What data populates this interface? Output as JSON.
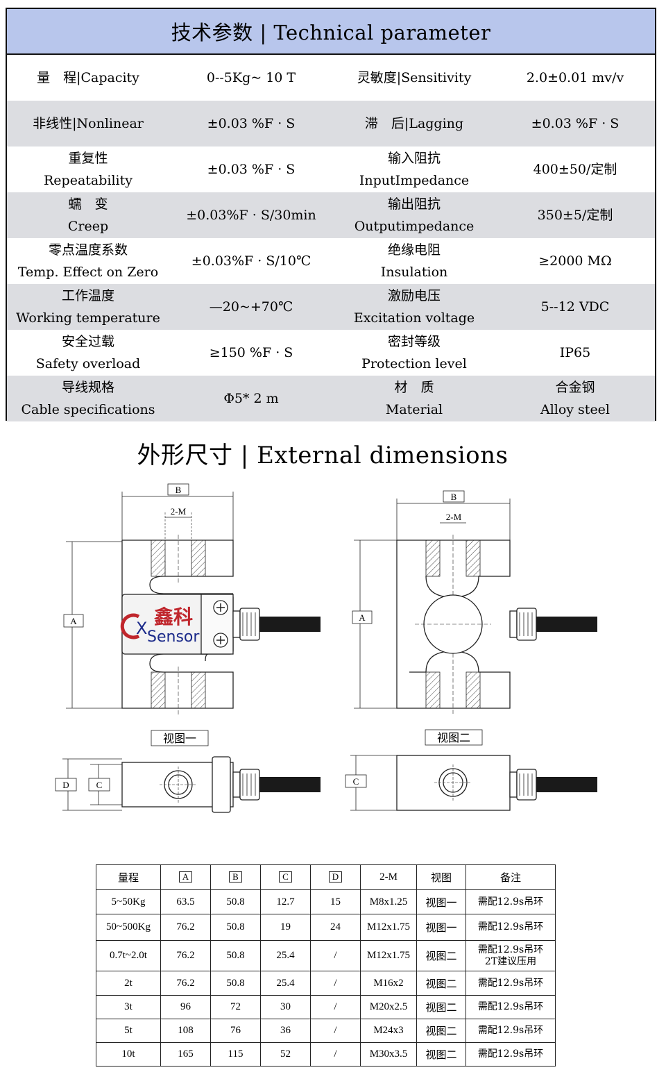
{
  "tech": {
    "title": "技术参数 | Technical parameter",
    "rows": [
      {
        "l1": "量　程|Capacity",
        "l2": "",
        "v1": "0--5Kg~ 10 T",
        "r1": "灵敏度|Sensitivity",
        "r2": "",
        "v2": "2.0±0.01 mv/v"
      },
      {
        "l1": "非线性|Nonlinear",
        "l2": "",
        "v1": "±0.03 %F · S",
        "r1": "滞　后|Lagging",
        "r2": "",
        "v2": "±0.03 %F · S"
      },
      {
        "l1": "重复性",
        "l2": "Repeatability",
        "v1": "±0.03 %F · S",
        "r1": "输入阻抗",
        "r2": "InputImpedance",
        "v2": "400±50/定制"
      },
      {
        "l1": "蠕　变",
        "l2": "Creep",
        "v1": "±0.03%F · S/30min",
        "r1": "输出阻抗",
        "r2": "Outputimpedance",
        "v2": "350±5/定制"
      },
      {
        "l1": "零点温度系数",
        "l2": "Temp. Effect on Zero",
        "v1": "±0.03%F · S/10℃",
        "r1": "绝缘电阻",
        "r2": "Insulation",
        "v2": "≥2000 MΩ"
      },
      {
        "l1": "工作温度",
        "l2": "Working temperature",
        "v1": "—20~+70℃",
        "r1": "激励电压",
        "r2": "Excitation voltage",
        "v2": "5--12 VDC"
      },
      {
        "l1": "安全过载",
        "l2": "Safety overload",
        "v1": "≥150 %F · S",
        "r1": "密封等级",
        "r2": "Protection level",
        "v2": "IP65"
      },
      {
        "l1": "导线规格",
        "l2": "Cable specifications",
        "v1": "Φ5* 2 m",
        "r1": "材　质",
        "r2": "Material",
        "v2a": "合金钢",
        "v2": "Alloy steel"
      }
    ]
  },
  "external": {
    "title": "外形尺寸 | External dimensions",
    "labels": {
      "a": "A",
      "b": "B",
      "c": "C",
      "d": "D",
      "m": "2-M"
    },
    "view1": "视图一",
    "view2": "视图二",
    "logo_cn": "鑫科",
    "logo_en": "Sensor",
    "logo_mark": "CX"
  },
  "dims": {
    "headers": [
      "量程",
      "A",
      "B",
      "C",
      "D",
      "2-M",
      "视图",
      "备注"
    ],
    "rows": [
      {
        "range": "5~50Kg",
        "a": "63.5",
        "b": "50.8",
        "c": "12.7",
        "d": "15",
        "m": "M8x1.25",
        "view": "视图一",
        "note1": "需配12.9s吊环",
        "note2": ""
      },
      {
        "range": "50~500Kg",
        "a": "76.2",
        "b": "50.8",
        "c": "19",
        "d": "24",
        "m": "M12x1.75",
        "view": "视图一",
        "note1": "需配12.9s吊环",
        "note2": ""
      },
      {
        "range": "0.7t~2.0t",
        "a": "76.2",
        "b": "50.8",
        "c": "25.4",
        "d": "/",
        "m": "M12x1.75",
        "view": "视图二",
        "note1": "需配12.9s吊环",
        "note2": "2T建议压用"
      },
      {
        "range": "2t",
        "a": "76.2",
        "b": "50.8",
        "c": "25.4",
        "d": "/",
        "m": "M16x2",
        "view": "视图二",
        "note1": "需配12.9s吊环",
        "note2": ""
      },
      {
        "range": "3t",
        "a": "96",
        "b": "72",
        "c": "30",
        "d": "/",
        "m": "M20x2.5",
        "view": "视图二",
        "note1": "需配12.9s吊环",
        "note2": ""
      },
      {
        "range": "5t",
        "a": "108",
        "b": "76",
        "c": "36",
        "d": "/",
        "m": "M24x3",
        "view": "视图二",
        "note1": "需配12.9s吊环",
        "note2": ""
      },
      {
        "range": "10t",
        "a": "165",
        "b": "115",
        "c": "52",
        "d": "/",
        "m": "M30x3.5",
        "view": "视图二",
        "note1": "需配12.9s吊环",
        "note2": ""
      }
    ]
  }
}
